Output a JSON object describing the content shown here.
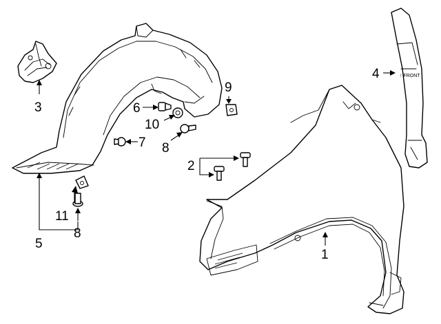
{
  "callouts": {
    "c1": "1",
    "c2": "2",
    "c3": "3",
    "c4": "4",
    "c5": "5",
    "c6": "6",
    "c7": "7",
    "c8a": "8",
    "c8b": "8",
    "c9": "9",
    "c10": "10",
    "c11": "11"
  },
  "part_marks": {
    "front_marking": "↑ FRONT"
  },
  "colors": {
    "line": "#000000",
    "background": "#ffffff"
  }
}
